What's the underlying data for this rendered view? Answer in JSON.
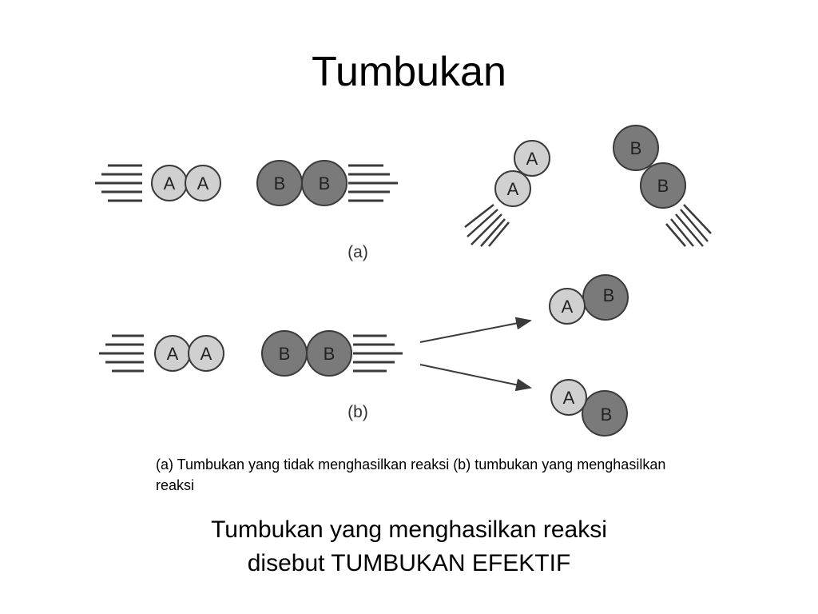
{
  "slide": {
    "title": "Tumbukan",
    "panel_a_label": "(a)",
    "panel_b_label": "(b)",
    "molecule_a": "A",
    "molecule_b": "B",
    "caption": "(a) Tumbukan yang tidak menghasilkan reaksi (b) tumbukan yang menghasilkan reaksi",
    "conclusion_line1": "Tumbukan yang menghasilkan reaksi",
    "conclusion_line2": "disebut TUMBUKAN EFEKTIF"
  },
  "colors": {
    "molecule_a_fill": "#d0d0d0",
    "molecule_b_fill": "#7a7a7a",
    "stroke": "#3a3a3a"
  }
}
